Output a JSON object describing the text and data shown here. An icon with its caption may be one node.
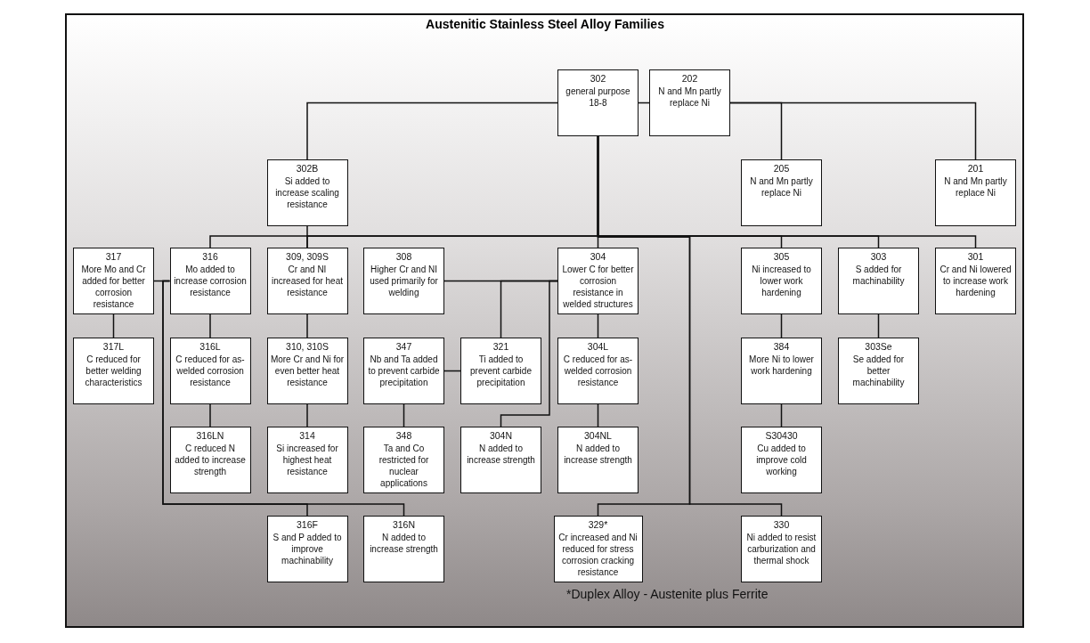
{
  "diagram": {
    "title": "Austenitic Stainless Steel Alloy Families",
    "nodes": [
      {
        "text": [
          "302",
          "general purpose 18-8"
        ]
      },
      {
        "text": [
          "202",
          "N and Mn partly replace Ni"
        ]
      },
      {
        "text": [
          "302B",
          "Si added to increase scaling resistance"
        ]
      },
      {
        "text": [
          "205",
          "N and Mn partly replace Ni"
        ]
      },
      {
        "text": [
          "201",
          "N and Mn partly replace Ni"
        ]
      },
      {
        "text": [
          "317",
          "More Mo and Cr added for better corrosion resistance"
        ]
      },
      {
        "text": [
          "316",
          "Mo added to increase corrosion resistance"
        ]
      },
      {
        "text": [
          "309, 309S",
          "Cr and NI increased for heat resistance"
        ]
      },
      {
        "text": [
          "308",
          "Higher Cr and NI used primarily for welding"
        ]
      },
      {
        "text": [
          "304",
          "Lower C for better corrosion resistance in welded structures"
        ]
      },
      {
        "text": [
          "305",
          "Ni increased to lower work hardening"
        ]
      },
      {
        "text": [
          "303",
          "S added for machinability"
        ]
      },
      {
        "text": [
          "301",
          "Cr and Ni lowered to increase work hardening"
        ]
      },
      {
        "text": [
          "317L",
          "C reduced for better welding characteristics"
        ]
      },
      {
        "text": [
          "316L",
          "C reduced for as-welded corrosion resistance"
        ]
      },
      {
        "text": [
          "310, 310S",
          "More Cr and Ni for even better heat resistance"
        ]
      },
      {
        "text": [
          "347",
          "Nb and Ta added to prevent carbide precipitation"
        ]
      },
      {
        "text": [
          "321",
          "Ti added to prevent carbide precipitation"
        ]
      },
      {
        "text": [
          "304L",
          "C reduced for as-welded corrosion resistance"
        ]
      },
      {
        "text": [
          "384",
          "More Ni to lower work hardening"
        ]
      },
      {
        "text": [
          "303Se",
          "Se added for better machinability"
        ]
      },
      {
        "text": [
          "316LN",
          "C reduced N added to increase strength"
        ]
      },
      {
        "text": [
          "314",
          "Si increased for highest heat resistance"
        ]
      },
      {
        "text": [
          "348",
          "Ta and Co restricted for nuclear applications"
        ]
      },
      {
        "text": [
          "304N",
          "N added to increase strength"
        ]
      },
      {
        "text": [
          "304NL",
          "N added to increase strength"
        ]
      },
      {
        "text": [
          "S30430",
          "Cu added to improve cold working"
        ]
      },
      {
        "text": [
          "316F",
          "S and P added to improve machinability"
        ]
      },
      {
        "text": [
          "316N",
          "N added to increase strength"
        ]
      },
      {
        "text": [
          "329*",
          "Cr increased and Ni reduced for stress corrosion cracking resistance"
        ]
      },
      {
        "text": [
          "330",
          "Ni added to resist carburization and thermal shock"
        ]
      }
    ],
    "edges": [
      {
        "from": 0,
        "to": 1,
        "arrow": "none"
      },
      {
        "from": 0,
        "to": 2,
        "arrow": "none"
      },
      {
        "from": 1,
        "to": 3,
        "arrow": "none"
      },
      {
        "from": 1,
        "to": 4,
        "arrow": "none"
      },
      {
        "from": 0,
        "to": 6,
        "arrow": "none"
      },
      {
        "from": 0,
        "to": 7,
        "arrow": "none"
      },
      {
        "from": 2,
        "to": 7,
        "arrow": "none"
      },
      {
        "from": 0,
        "to": 9,
        "arrow": "none"
      },
      {
        "from": 0,
        "to": 10,
        "arrow": "none"
      },
      {
        "from": 0,
        "to": 11,
        "arrow": "none"
      },
      {
        "from": 0,
        "to": 12,
        "arrow": "none"
      },
      {
        "from": 0,
        "to": 29,
        "arrow": "none"
      },
      {
        "from": 0,
        "to": 30,
        "arrow": "none"
      },
      {
        "from": 6,
        "to": 5,
        "arrow": "none"
      },
      {
        "from": 6,
        "to": 27,
        "arrow": "none"
      },
      {
        "from": 6,
        "to": 28,
        "arrow": "none"
      },
      {
        "from": 5,
        "to": 13,
        "arrow": "none"
      },
      {
        "from": 6,
        "to": 14,
        "arrow": "none"
      },
      {
        "from": 14,
        "to": 21,
        "arrow": "none"
      },
      {
        "from": 7,
        "to": 15,
        "arrow": "none"
      },
      {
        "from": 15,
        "to": 22,
        "arrow": "none"
      },
      {
        "from": 16,
        "to": 23,
        "arrow": "none"
      },
      {
        "from": 9,
        "to": 18,
        "arrow": "none"
      },
      {
        "from": 18,
        "to": 25,
        "arrow": "none"
      },
      {
        "from": 10,
        "to": 19,
        "arrow": "none"
      },
      {
        "from": 19,
        "to": 26,
        "arrow": "none"
      },
      {
        "from": 11,
        "to": 20,
        "arrow": "none"
      },
      {
        "from": 9,
        "to": 8,
        "arrow": "none"
      },
      {
        "from": 9,
        "to": 17,
        "arrow": "none"
      },
      {
        "from": 9,
        "to": 24,
        "arrow": "none"
      },
      {
        "from": 17,
        "to": 16,
        "arrow": "none"
      }
    ],
    "labels": [
      "*Duplex Alloy - Austenite plus Ferrite"
    ]
  }
}
